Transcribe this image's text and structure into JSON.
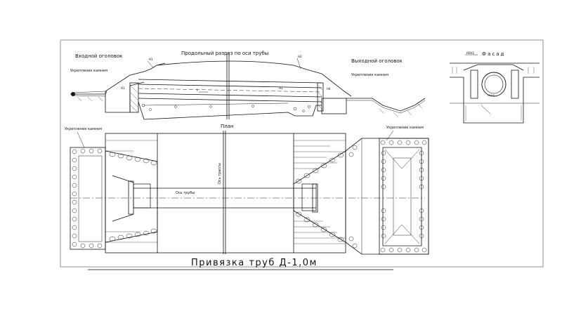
{
  "labels": {
    "inlet_head": "Входной оголовок",
    "section_title": "Продольный разрез по оси трубы",
    "outlet_head": "Выходной оголовок",
    "stone_left_top": "Укрепление камнем",
    "stone_right_top": "Укрепление камнем",
    "facade": "Фасад",
    "facade_mark": "Н0Н2",
    "facade_mark2": "Н1Н3",
    "h1": "Н1",
    "h2": "Н2",
    "h3": "Н3",
    "h4": "Н4",
    "h1b": "Н1",
    "slope": "i",
    "stone_plan_left": "Укрепление камнем",
    "stone_plan_right": "Укрепление камнем",
    "plan": "План",
    "route_axis": "Ось трассы",
    "pipe_axis": "Ось трубы",
    "title": "Привязка труб Д-1,0м"
  }
}
